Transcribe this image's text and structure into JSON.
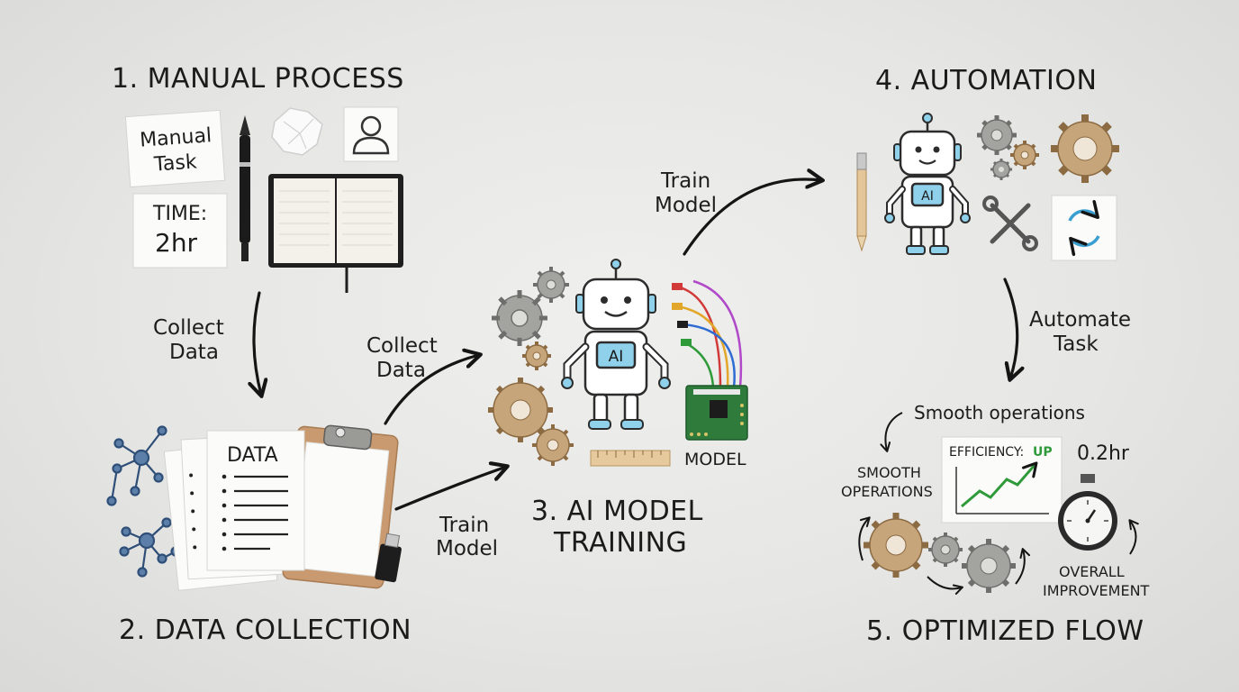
{
  "stages": {
    "s1": "1. MANUAL PROCESS",
    "s2": "2. DATA COLLECTION",
    "s3a": "3. AI MODEL",
    "s3b": "TRAINING",
    "s4": "4. AUTOMATION",
    "s5": "5. OPTIMIZED FLOW"
  },
  "manual": {
    "task_line1": "Manual",
    "task_line2": "Task",
    "time_label": "TIME:",
    "time_value": "2hr"
  },
  "data_doc": {
    "label": "DATA"
  },
  "arrows": {
    "collect1_line1": "Collect",
    "collect1_line2": "Data",
    "collect2_line1": "Collect",
    "collect2_line2": "Data",
    "train1_line1": "Train",
    "train1_line2": "Model",
    "train2_line1": "Train",
    "train2_line2": "Model",
    "automate_line1": "Automate",
    "automate_line2": "Task"
  },
  "robot": {
    "badge": "AI"
  },
  "model_label": "MODEL",
  "optimized": {
    "smooth_top": "Smooth operations",
    "smooth_left_line1": "SMOOTH",
    "smooth_left_line2": "OPERATIONS",
    "efficiency": "EFFICIENCY:",
    "efficiency_up": "UP",
    "time_value": "0.2hr",
    "overall_line1": "OVERALL",
    "overall_line2": "IMPROVEMENT"
  },
  "colors": {
    "ink": "#151515",
    "robot_blue": "#8fd0ea",
    "gear_brown": "#c7a57a",
    "gear_grey": "#a3a3a0",
    "trend_green": "#2f9a3a",
    "up_green": "#2f9a3a",
    "network_blue": "#2f4f78"
  }
}
